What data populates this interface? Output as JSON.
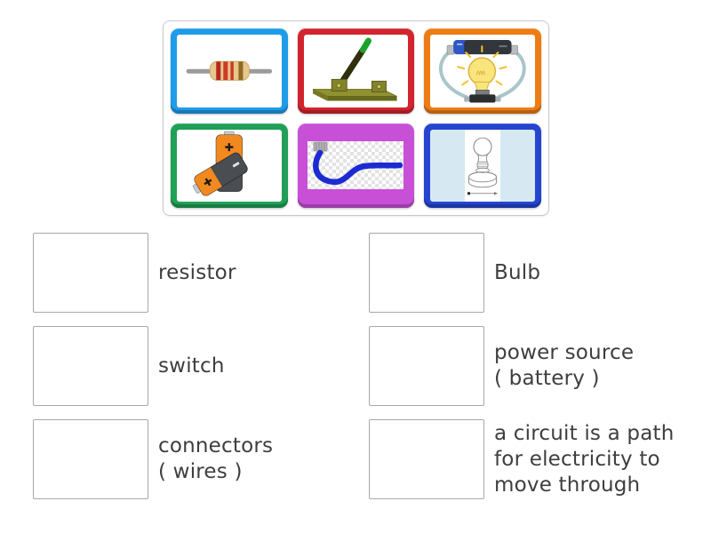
{
  "tiles": [
    {
      "name": "resistor-photo",
      "frame_color": "#1f9ce8"
    },
    {
      "name": "knife-switch-photo",
      "frame_color": "#d2242e"
    },
    {
      "name": "bulb-battery-circuit-photo",
      "frame_color": "#ee7c15"
    },
    {
      "name": "batteries-photo",
      "frame_color": "#1f9f57"
    },
    {
      "name": "wire-photo",
      "frame_color": "#c750d6"
    },
    {
      "name": "bulb-drawing-photo",
      "frame_color": "#2544d0"
    }
  ],
  "match_items": {
    "left": [
      {
        "label": "resistor"
      },
      {
        "label": "switch"
      },
      {
        "label": "connectors\n( wires )"
      }
    ],
    "right": [
      {
        "label": "Bulb"
      },
      {
        "label": "power source\n( battery )"
      },
      {
        "label": "a circuit is a path\nfor electricity to\nmove through"
      }
    ]
  }
}
